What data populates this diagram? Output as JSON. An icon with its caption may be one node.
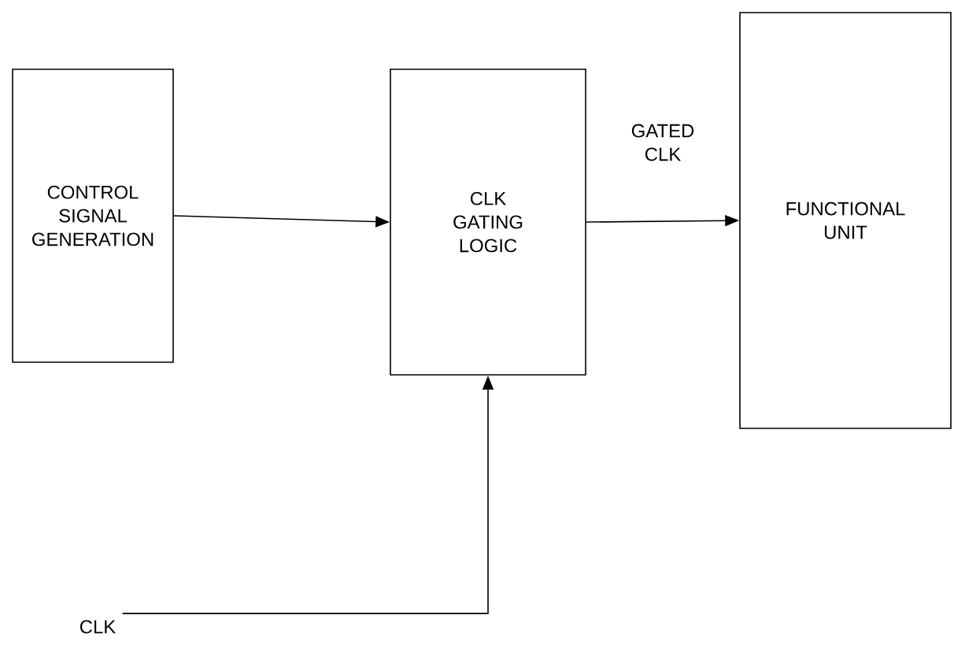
{
  "diagram": {
    "nodes": [
      {
        "text": [
          "CONTROL SIGNAL GENERATION"
        ]
      },
      {
        "text": [
          "CLK GATING LOGIC"
        ]
      },
      {
        "text": [
          "FUNCTIONAL UNIT"
        ]
      },
      {
        "text": [
          "CLK"
        ]
      }
    ],
    "edges": [
      {
        "from": 0,
        "to": 1,
        "arrow": "to"
      },
      {
        "from": 1,
        "to": 2,
        "arrow": "to",
        "label": "GATED CLK"
      },
      {
        "from": 3,
        "to": 1,
        "arrow": "to"
      }
    ]
  }
}
